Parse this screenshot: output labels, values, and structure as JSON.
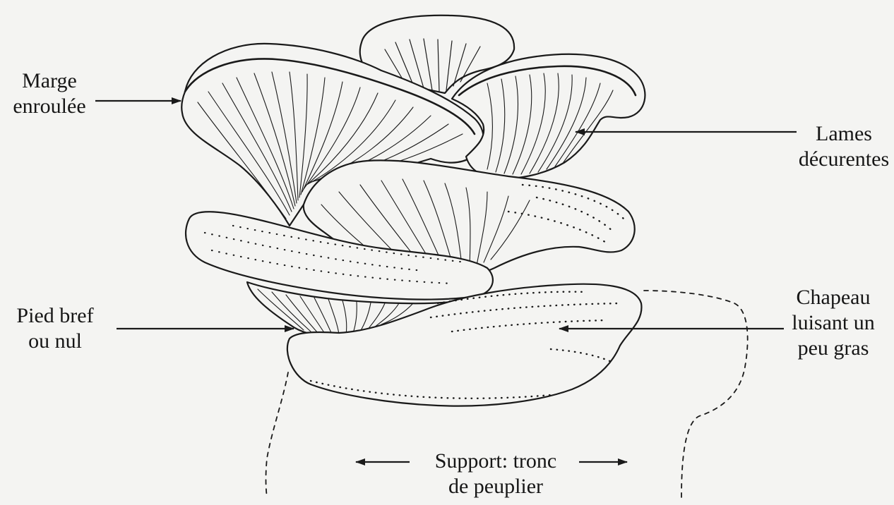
{
  "diagram": {
    "labels": {
      "marge": [
        "Marge",
        "enroulée"
      ],
      "lames": [
        "Lames",
        "décurentes"
      ],
      "pied": [
        "Pied bref",
        "ou nul"
      ],
      "chapeau": [
        "Chapeau",
        "luisant un",
        "peu gras"
      ],
      "support": [
        "Support: tronc",
        "de peuplier"
      ]
    },
    "colors": {
      "ink": "#1a1a1a",
      "paper": "#f4f4f2"
    }
  }
}
